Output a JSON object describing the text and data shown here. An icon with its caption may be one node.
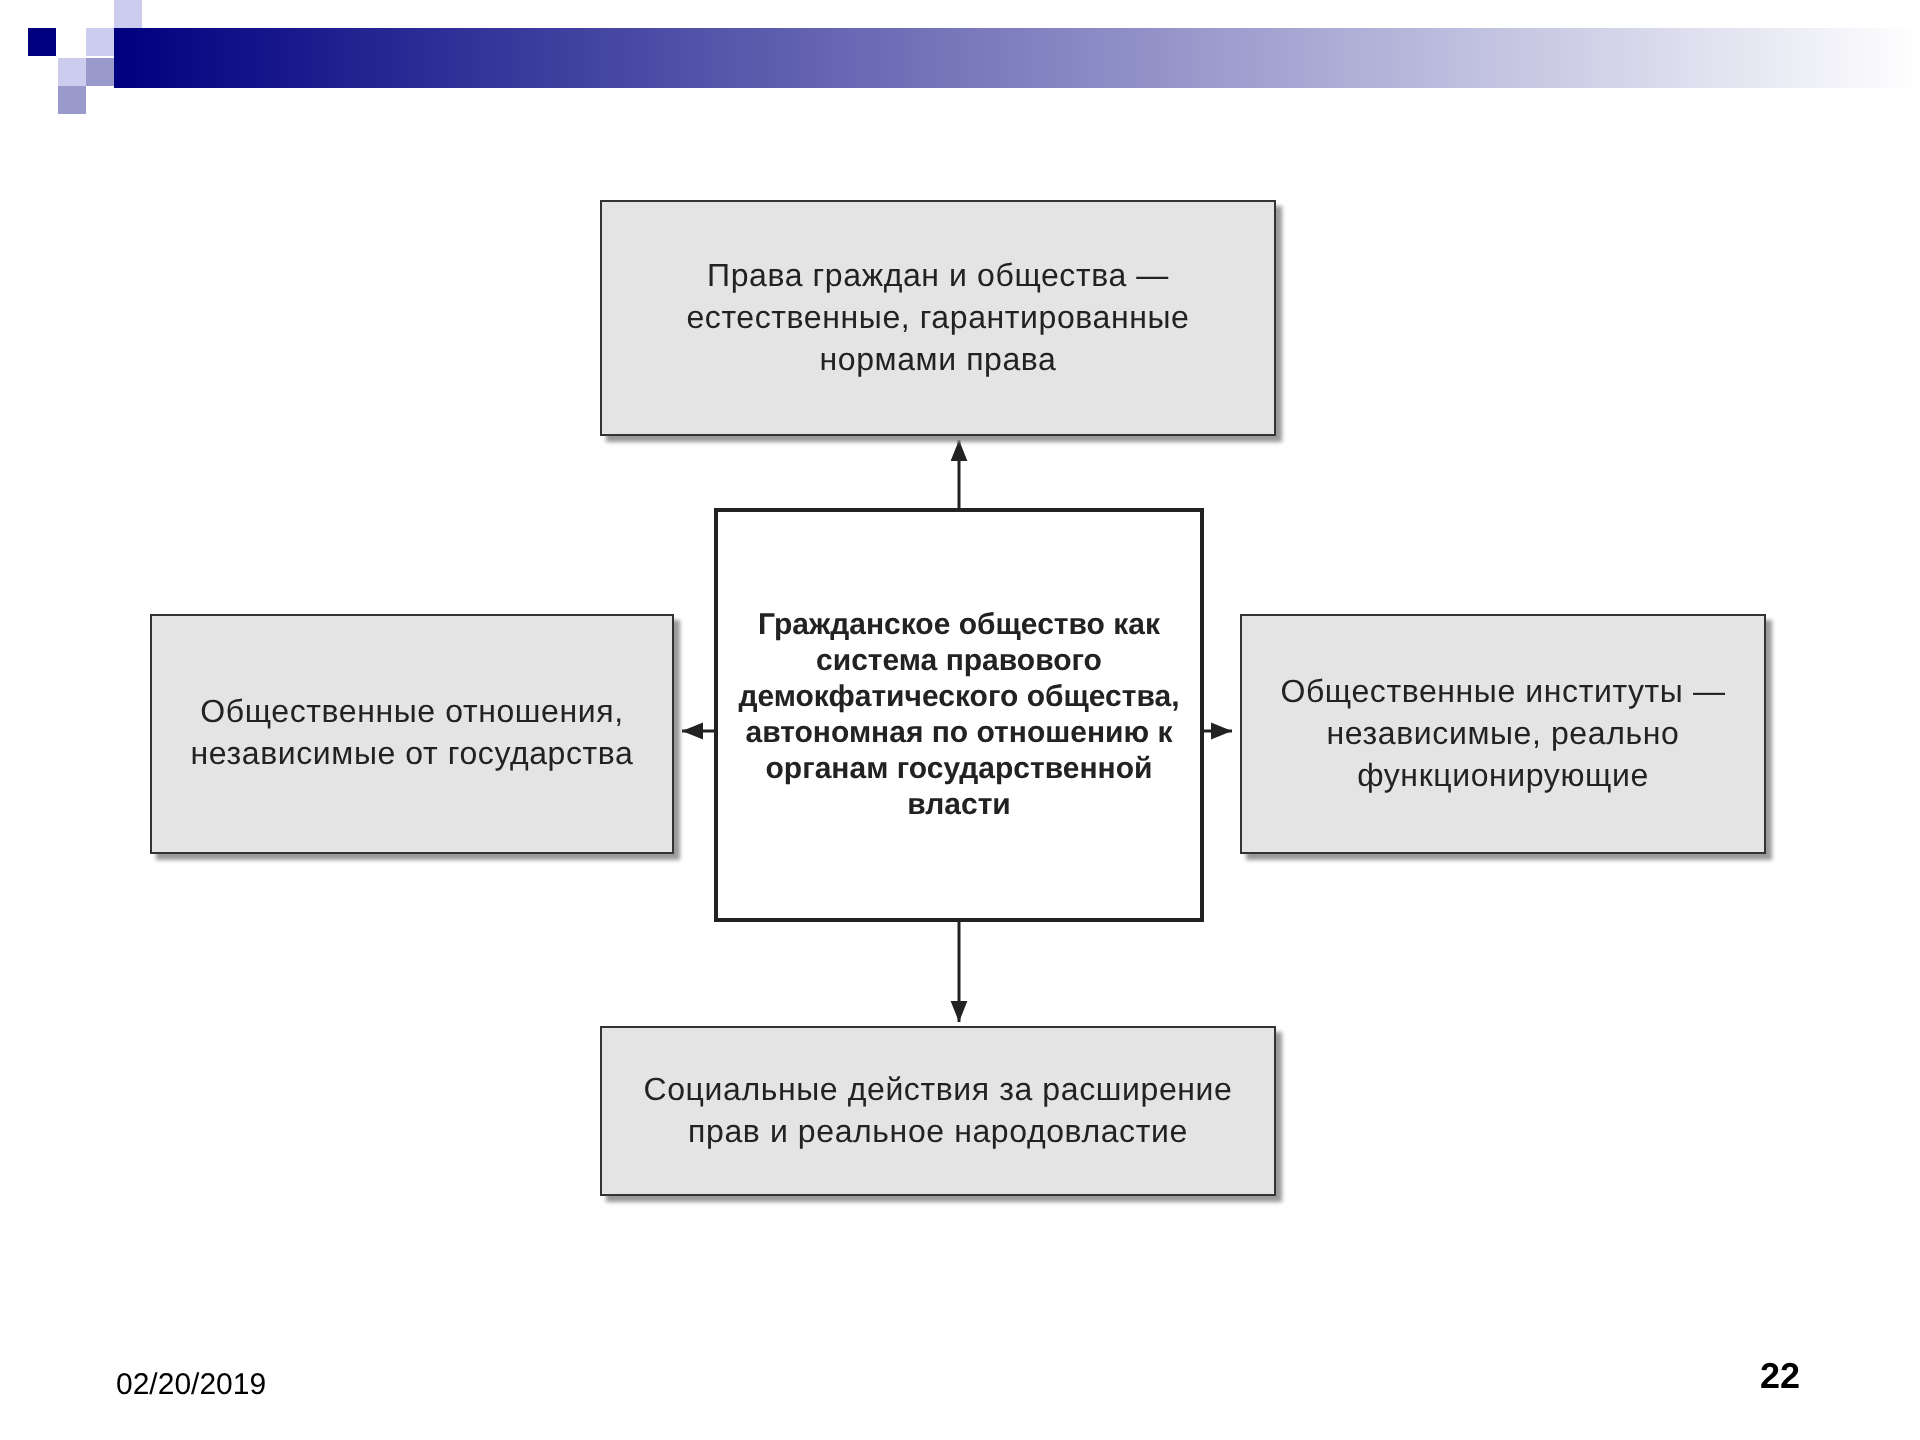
{
  "diagram": {
    "nodes": [
      {
        "text": [
          "Права граждан и общества — естественные, гарантированные нормами права"
        ]
      },
      {
        "text": [
          "Гражданское общество как система правового демокфатического общества, автономная по отношению к органам государственной власти"
        ]
      },
      {
        "text": [
          "Общественные отношения, независимые от государства"
        ]
      },
      {
        "text": [
          "Общественные институты — независимые, реально функционирующие"
        ]
      },
      {
        "text": [
          "Социальные действия за расширение прав и реальное народовластие"
        ]
      }
    ],
    "edges": [
      {
        "from": 1,
        "to": 0,
        "arrow": "to"
      },
      {
        "from": 1,
        "to": 2,
        "arrow": "to"
      },
      {
        "from": 1,
        "to": 3,
        "arrow": "to"
      },
      {
        "from": 1,
        "to": 4,
        "arrow": "to"
      }
    ],
    "labels": [
      "02/20/2019",
      "22"
    ]
  }
}
